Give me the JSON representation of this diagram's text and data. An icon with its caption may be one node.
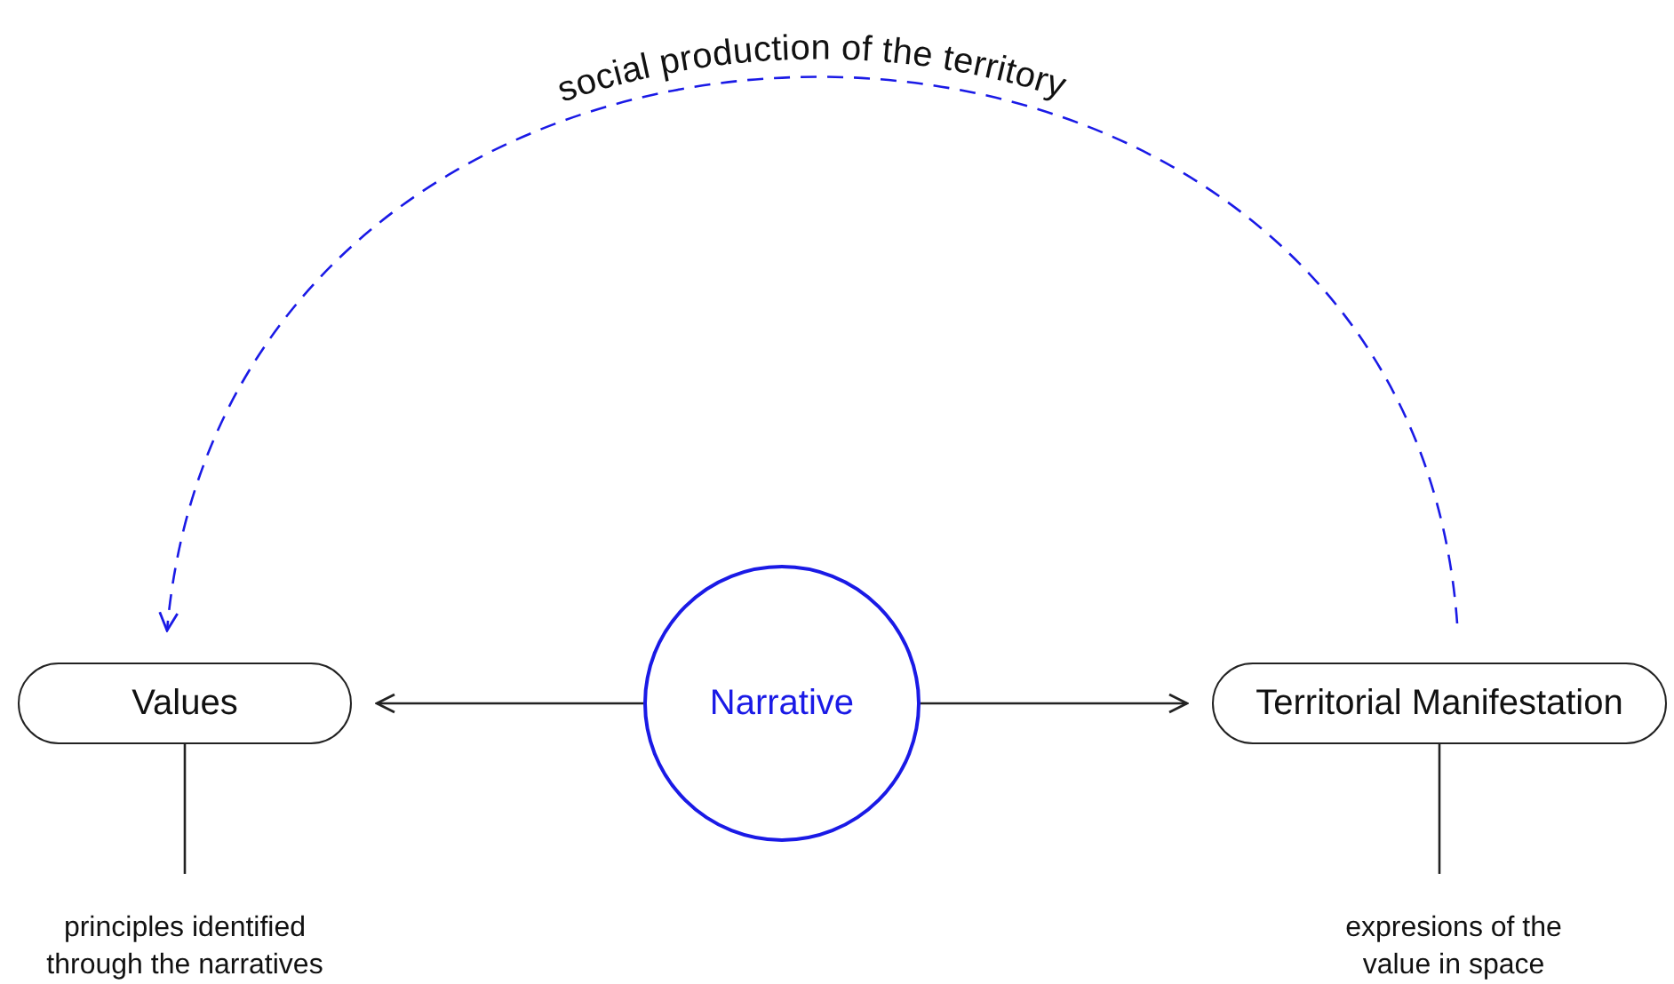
{
  "diagram": {
    "nodes": [
      {
        "text": [
          "Values"
        ]
      },
      {
        "text": [
          "Narrative"
        ]
      },
      {
        "text": [
          "Territorial Manifestation"
        ]
      },
      {
        "text": [
          "principles identified through the narratives"
        ]
      },
      {
        "text": [
          "expresions of the value in space"
        ]
      }
    ],
    "edges": [
      {
        "from": 1,
        "to": 0,
        "arrow": "to"
      },
      {
        "from": 1,
        "to": 2,
        "arrow": "to"
      },
      {
        "from": 2,
        "to": 0,
        "arrow": "to",
        "label": "social production of the territory",
        "style": "dashed",
        "color": "#1a1ae6"
      },
      {
        "from": 0,
        "to": 3,
        "arrow": "none"
      },
      {
        "from": 2,
        "to": 4,
        "arrow": "none"
      }
    ]
  }
}
